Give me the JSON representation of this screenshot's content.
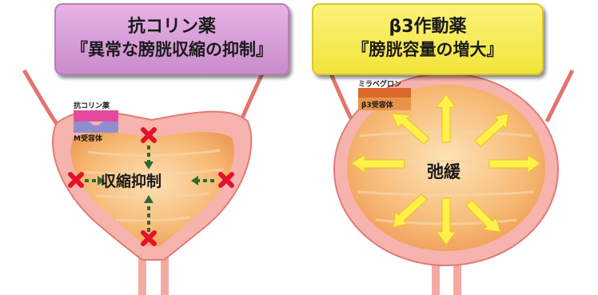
{
  "left_panel": {
    "title": "抗コリン薬",
    "subtitle": "『異常な膀胱収縮の抑制』",
    "drug_label": "抗コリン薬",
    "receptor_label": "M受容体",
    "center_label": "収縮抑制"
  },
  "right_panel": {
    "title": "β3作動薬",
    "subtitle": "『膀胱容量の増大』",
    "drug_label": "ミラベグロン",
    "receptor_label": "β3受容体",
    "center_label": "弛緩"
  },
  "colors": {
    "left_title_bg": "#d9a2d8",
    "right_title_bg": "#f7ec55",
    "bladder_wall": "#f7b3ad",
    "bladder_inner": "#f6b873",
    "block_mark": "#e3122a",
    "arrow_green": "#2e6b2e",
    "arrow_yellow": "#fff14a"
  }
}
